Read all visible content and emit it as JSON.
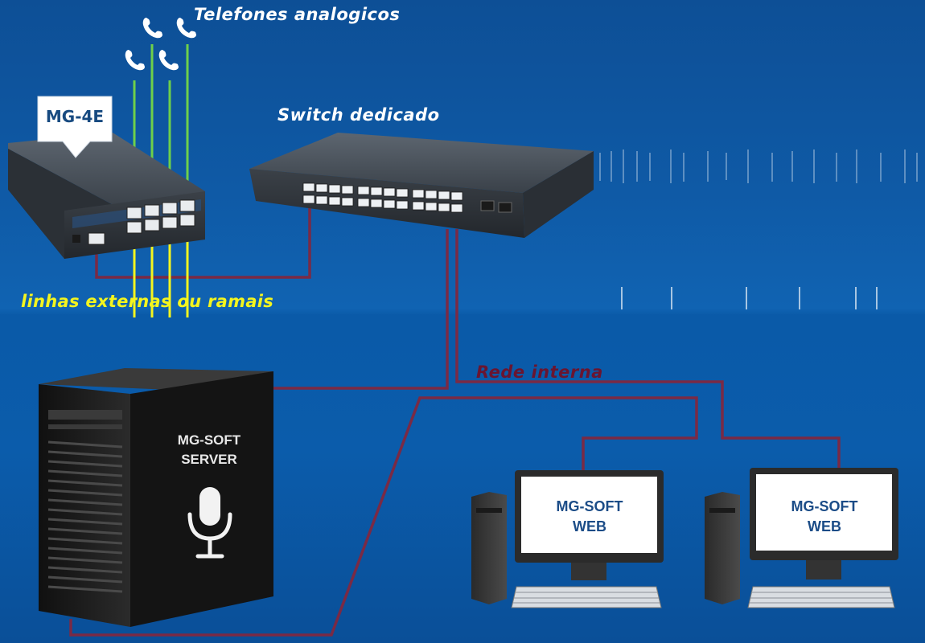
{
  "labels": {
    "phones": "Telefones analogicos",
    "switch": "Switch dedicado",
    "external_lines": "linhas externas ou ramais",
    "internal_network": "Rede interna",
    "gateway_badge": "MG-4E"
  },
  "server": {
    "line1": "MG-SOFT",
    "line2": "SERVER"
  },
  "workstations": [
    {
      "line1": "MG-SOFT",
      "line2": "WEB"
    },
    {
      "line1": "MG-SOFT",
      "line2": "WEB"
    }
  ],
  "colors": {
    "background": "#0f5aa6",
    "phone_cable": "#6ed04a",
    "external_line_cable": "#f4f51e",
    "network_cable": "#7a2a45",
    "label_white": "#ffffff",
    "label_yellow": "#f4f51e",
    "label_maroon": "#6a1530"
  }
}
